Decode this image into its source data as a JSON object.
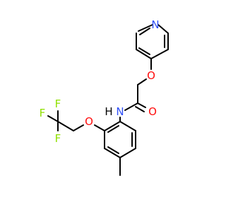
{
  "molecule": {
    "colors": {
      "bond": "#000000",
      "N": "#3050F8",
      "O": "#FF0D0D",
      "F": "#8FE000",
      "H": "#000000"
    },
    "atoms": [
      {
        "id": "N_pyr",
        "label": "N",
        "element": "N"
      },
      {
        "id": "O_ether1",
        "label": "O",
        "element": "O"
      },
      {
        "id": "O_carbonyl",
        "label": "O",
        "element": "O"
      },
      {
        "id": "N_amide",
        "label": "N",
        "element": "N"
      },
      {
        "id": "H_amide",
        "label": "H",
        "element": "H"
      },
      {
        "id": "O_ether2",
        "label": "O",
        "element": "O"
      },
      {
        "id": "F1",
        "label": "F",
        "element": "F"
      },
      {
        "id": "F2",
        "label": "F",
        "element": "F"
      },
      {
        "id": "F3",
        "label": "F",
        "element": "F"
      }
    ]
  }
}
